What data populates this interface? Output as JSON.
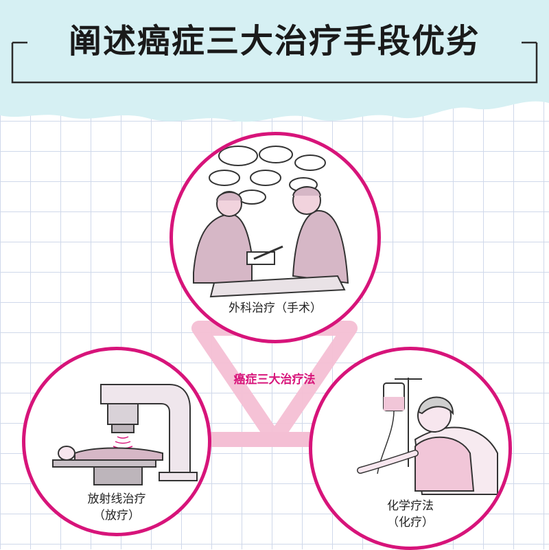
{
  "title": "阐述癌症三大治疗手段优劣",
  "center_label": "癌症三大治疗法",
  "methods": {
    "surgery": {
      "label": "外科治疗（手术）"
    },
    "radiation": {
      "line1": "放射线治疗",
      "line2": "（放疗）"
    },
    "chemo": {
      "line1": "化学疗法",
      "line2": "（化疗）"
    }
  },
  "colors": {
    "accent": "#d7147a",
    "header_bg": "#d6f0f3",
    "grid": "#cfd8ea",
    "connector": "#f4bfd4"
  }
}
